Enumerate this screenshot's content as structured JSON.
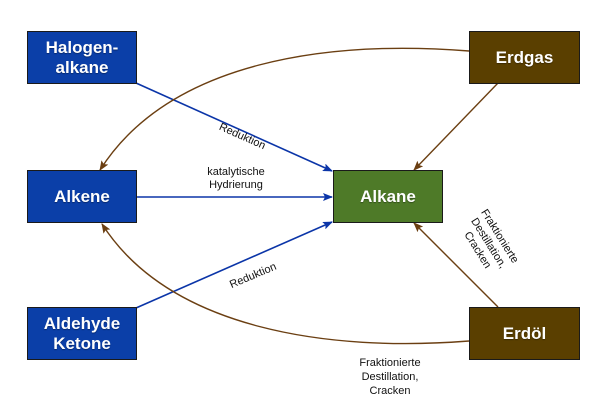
{
  "colors": {
    "blue": "#0B3FA8",
    "green": "#4E7A28",
    "brown": "#5A3F00",
    "blue_arrow": "#0B35A8",
    "brown_arrow": "#6B3F12"
  },
  "nodes": {
    "halogenalkane": {
      "lines": [
        "Halogen-",
        "alkane"
      ]
    },
    "alkene": {
      "lines": [
        "Alkene"
      ]
    },
    "aldehyde": {
      "lines": [
        "Aldehyde",
        "Ketone"
      ]
    },
    "alkane": {
      "lines": [
        "Alkane"
      ]
    },
    "erdgas": {
      "lines": [
        "Erdgas"
      ]
    },
    "erdoel": {
      "lines": [
        "Erdöl"
      ]
    }
  },
  "edges": {
    "halogen_to_alkane": {
      "label": "Reduktion"
    },
    "alkene_to_alkane": {
      "label_lines": [
        "katalytische",
        "Hydrierung"
      ]
    },
    "aldehyde_to_alkane": {
      "label": "Reduktion"
    },
    "erdgas_to_alkane": {
      "label": ""
    },
    "erdgas_to_alkene": {
      "label": ""
    },
    "erdoel_to_alkane": {
      "label_lines": [
        "Fraktionierte",
        "Destillation,",
        "Cracken"
      ]
    },
    "erdoel_to_alkene": {
      "label_lines": [
        "Fraktionierte",
        "Destillation,",
        "Cracken"
      ]
    }
  }
}
